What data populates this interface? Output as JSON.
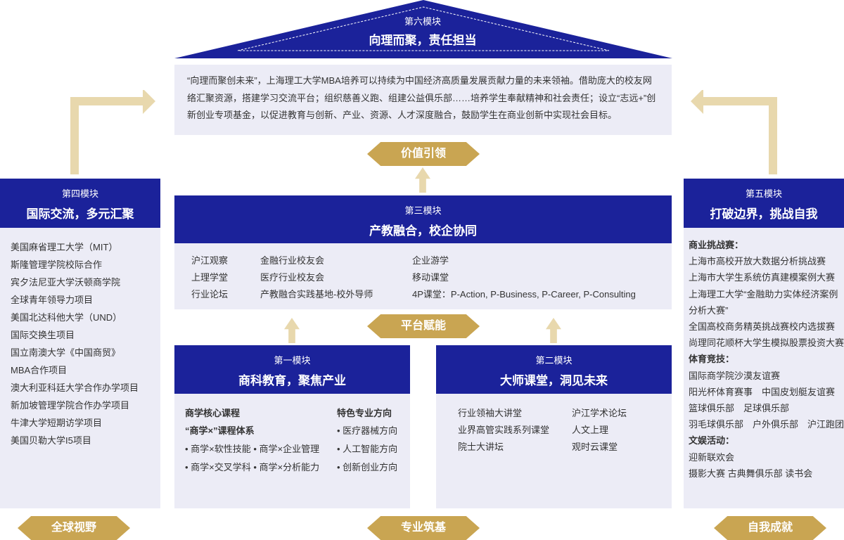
{
  "colors": {
    "navy": "#1b229a",
    "gold": "#c9a552",
    "panel": "#ececf6",
    "arrow": "#e8d8ad"
  },
  "module6": {
    "label": "第六模块",
    "title": "向理而聚，责任担当",
    "desc": "“向理而聚创未来”，上海理工大学MBA培养可以持续为中国经济高质量发展贡献力量的未来领袖。借助庞大的校友网络汇聚资源，搭建学习交流平台；组织慈善义跑、组建公益俱乐部……培养学生奉献精神和社会责任；设立“志远+”创新创业专项基金，以促进教育与创新、产业、资源、人才深度融合，鼓励学生在商业创新中实现社会目标。"
  },
  "banners": {
    "value": "价值引领",
    "platform": "平台赋能",
    "global": "全球视野",
    "professional": "专业筑基",
    "self": "自我成就"
  },
  "module3": {
    "label": "第三模块",
    "title": "产教融合，校企协同",
    "col1": [
      "沪江观察",
      "上理学堂",
      "行业论坛"
    ],
    "col2": [
      "金融行业校友会",
      "医疗行业校友会",
      "产教融合实践基地-校外导师"
    ],
    "col3": [
      "企业游学",
      "移动课堂",
      "4P课堂：P-Action, P-Business, P-Career, P-Consulting"
    ]
  },
  "module1": {
    "label": "第一模块",
    "title": "商科教育，聚焦产业",
    "left": [
      "商学核心课程",
      "“商学×”课程体系",
      "• 商学×软性技能 • 商学×企业管理",
      "• 商学×交叉学科 • 商学×分析能力"
    ],
    "right": [
      "特色专业方向",
      "• 医疗器械方向",
      "• 人工智能方向",
      "• 创新创业方向"
    ]
  },
  "module2": {
    "label": "第二模块",
    "title": "大师课堂，洞见未来",
    "col1": [
      "行业领袖大讲堂",
      "业界高管实践系列课堂",
      "院士大讲坛"
    ],
    "col2": [
      "沪江学术论坛",
      "人文上理",
      "观时云课堂"
    ]
  },
  "module4": {
    "label": "第四模块",
    "title": "国际交流，多元汇聚",
    "items": [
      "美国麻省理工大学（MIT）",
      "斯隆管理学院校际合作",
      "宾夕法尼亚大学沃顿商学院",
      "全球青年领导力项目",
      "美国北达科他大学（UND）",
      "国际交换生项目",
      "国立南澳大学《中国商贸》",
      "MBA合作项目",
      "澳大利亚科廷大学合作办学项目",
      "新加坡管理学院合作办学项目",
      "牛津大学短期访学项目",
      "美国贝勒大学I5项目"
    ]
  },
  "module5": {
    "label": "第五模块",
    "title": "打破边界，挑战自我",
    "items": [
      "商业挑战赛：",
      "上海市高校开放大数据分析挑战赛",
      "上海市大学生系统仿真建模案例大赛",
      "上海理工大学“金融助力实体经济案例",
      "分析大赛”",
      "全国高校商务精英挑战赛校内选拔赛",
      "尚理同花顺杯大学生模拟股票投资大赛",
      "体育竞技：",
      "国际商学院沙漠友谊赛",
      "阳光杯体育赛事　中国皮划艇友谊赛",
      "篮球俱乐部　足球俱乐部",
      "羽毛球俱乐部　户外俱乐部　沪江跑团",
      "文娱活动：",
      "迎新联欢会",
      "摄影大赛  古典舞俱乐部  读书会"
    ]
  }
}
